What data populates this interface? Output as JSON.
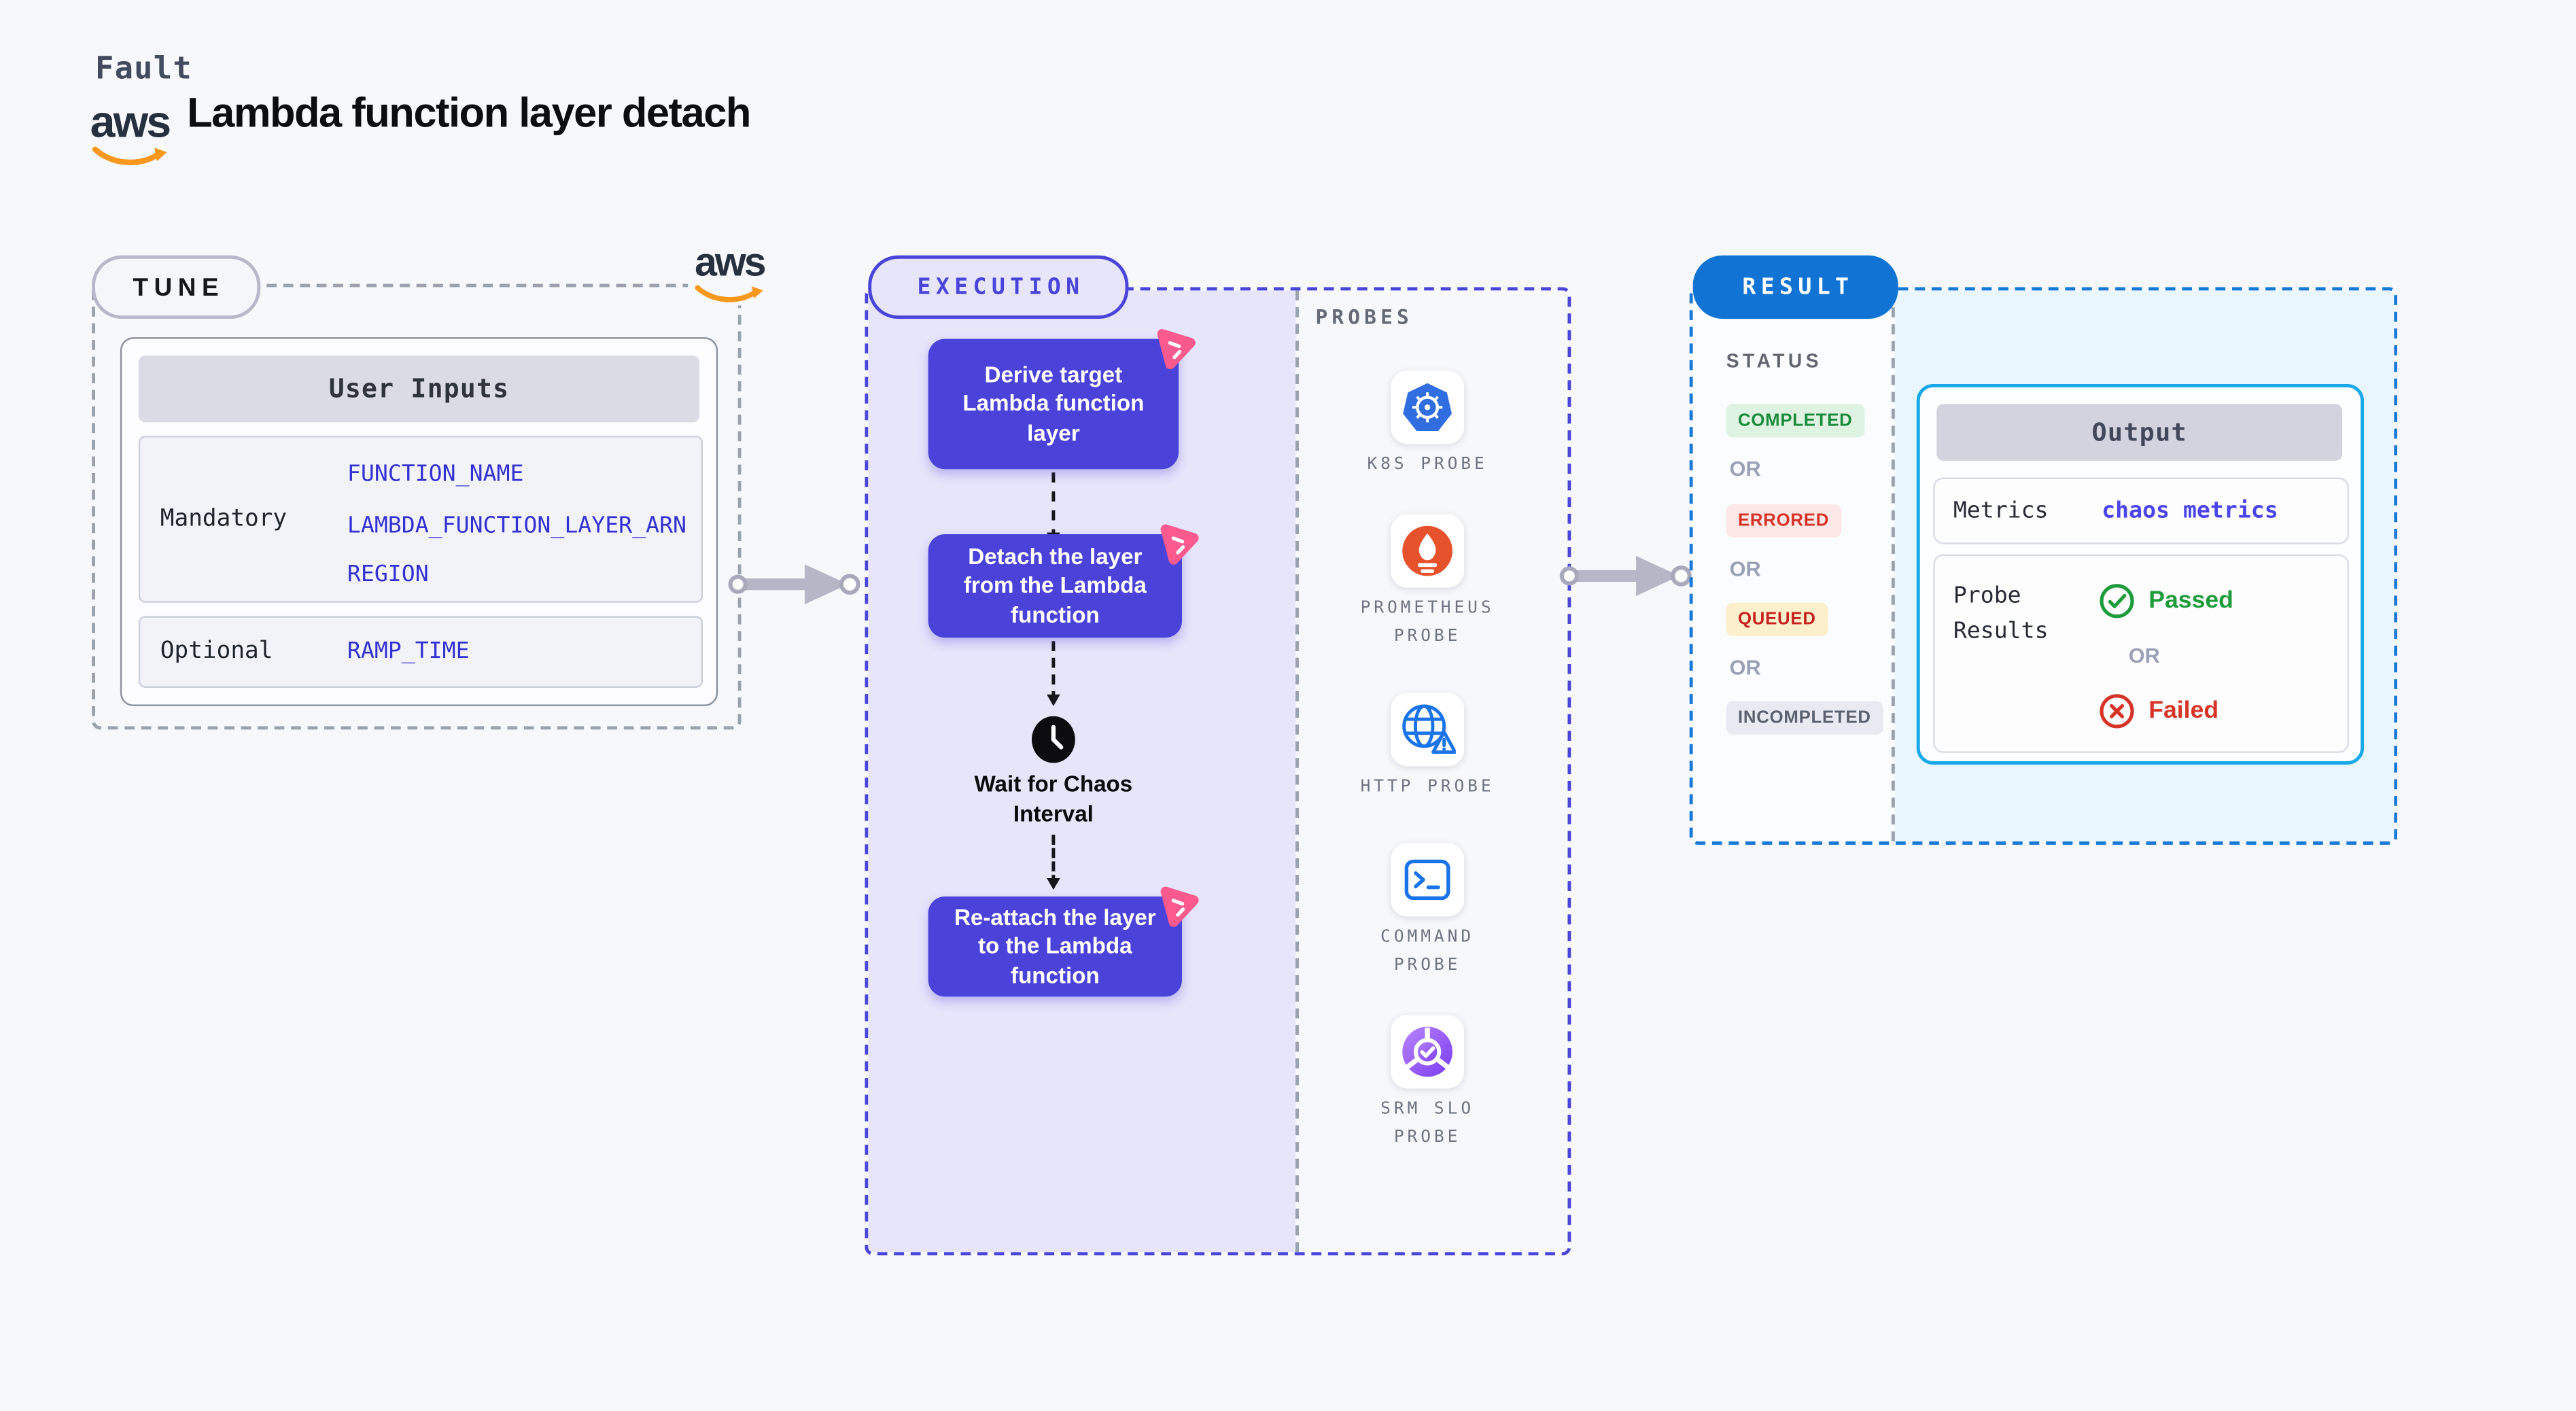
{
  "header": {
    "kicker": "Fault",
    "title": "Lambda function layer detach",
    "aws_wordmark": "aws"
  },
  "tune": {
    "label": "TUNE",
    "aws_wordmark": "aws",
    "card": {
      "header": "User Inputs",
      "rows": [
        {
          "label": "Mandatory",
          "values": [
            "FUNCTION_NAME",
            "LAMBDA_FUNCTION_LAYER_ARN",
            "REGION"
          ]
        },
        {
          "label": "Optional",
          "values": [
            "RAMP_TIME"
          ]
        }
      ]
    }
  },
  "execution": {
    "label": "EXECUTION",
    "steps": [
      {
        "type": "action",
        "text": "Derive target Lambda function layer"
      },
      {
        "type": "action",
        "text": "Detach the layer from the Lambda function"
      },
      {
        "type": "wait",
        "text": "Wait for Chaos Interval"
      },
      {
        "type": "action",
        "text": "Re-attach the layer to the Lambda function"
      }
    ],
    "probes": {
      "title": "PROBES",
      "items": [
        {
          "icon": "kubernetes-icon",
          "label": "K8S PROBE"
        },
        {
          "icon": "prometheus-icon",
          "label": "PROMETHEUS PROBE"
        },
        {
          "icon": "http-globe-icon",
          "label": "HTTP PROBE"
        },
        {
          "icon": "command-terminal-icon",
          "label": "COMMAND PROBE"
        },
        {
          "icon": "srm-slo-icon",
          "label": "SRM SLO PROBE"
        }
      ]
    }
  },
  "result": {
    "label": "RESULT",
    "status": {
      "title": "STATUS",
      "separator": "OR",
      "badges": [
        {
          "text": "COMPLETED"
        },
        {
          "text": "ERRORED"
        },
        {
          "text": "QUEUED"
        },
        {
          "text": "INCOMPLETED"
        }
      ]
    },
    "output": {
      "header": "Output",
      "metrics_label": "Metrics",
      "metrics_value": "chaos metrics",
      "probe_results_label": "Probe Results",
      "passed": "Passed",
      "separator": "OR",
      "failed": "Failed"
    }
  },
  "colors": {
    "page_bg": "#f7f8fb",
    "tune_dash": "#9aa2ae",
    "exec_dash": "#4a44da",
    "exec_bg": "#e6e5fa",
    "flow_box": "#4b42d9",
    "chaos_pink": "#fb5a8e",
    "result_dash": "#1779d7",
    "result_pill": "#1173d3",
    "result_bg": "#e9f6fd",
    "output_border": "#17a8ea",
    "param_blue": "#3431d2",
    "metrics_value_blue": "#4b44ea",
    "passed_green": "#1e9b3b",
    "failed_red": "#d63427",
    "completed_badge": "#1a8a3d",
    "errored_badge": "#d63127",
    "queued_badge": "#c5221f",
    "incompleted_badge": "#5b616f",
    "aws_orange": "#f7981d"
  }
}
